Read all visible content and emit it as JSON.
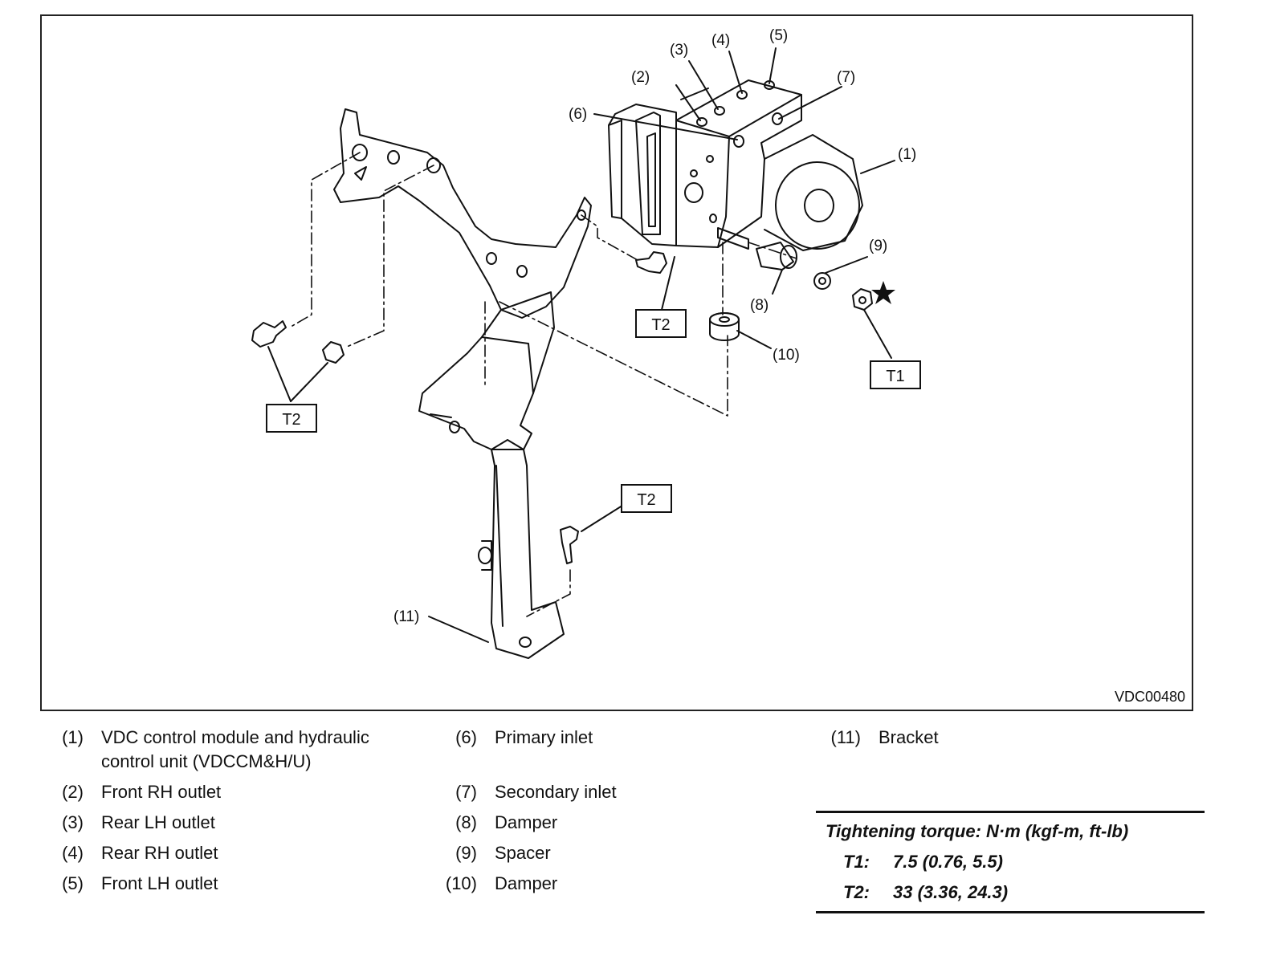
{
  "figure": {
    "code": "VDC00480",
    "callouts": [
      "(1)",
      "(2)",
      "(3)",
      "(4)",
      "(5)",
      "(6)",
      "(7)",
      "(8)",
      "(9)",
      "(10)",
      "(11)"
    ],
    "torque_boxes": [
      "T2",
      "T2",
      "T2",
      "T1"
    ]
  },
  "legend": [
    {
      "num": "(1)",
      "text": "VDC control module and hydraulic",
      "text2": "control unit (VDCCM&H/U)"
    },
    {
      "num": "(2)",
      "text": "Front RH outlet"
    },
    {
      "num": "(3)",
      "text": "Rear LH outlet"
    },
    {
      "num": "(4)",
      "text": "Rear RH outlet"
    },
    {
      "num": "(5)",
      "text": "Front LH outlet"
    },
    {
      "num": "(6)",
      "text": "Primary inlet"
    },
    {
      "num": "(7)",
      "text": "Secondary inlet"
    },
    {
      "num": "(8)",
      "text": "Damper"
    },
    {
      "num": "(9)",
      "text": "Spacer"
    },
    {
      "num": "(10)",
      "text": "Damper"
    },
    {
      "num": "(11)",
      "text": "Bracket"
    }
  ],
  "torque": {
    "heading": "Tightening torque: N·m (kgf-m, ft-lb)",
    "rows": [
      {
        "key": "T1:",
        "value": "7.5 (0.76, 5.5)"
      },
      {
        "key": "T2:",
        "value": "33 (3.36, 24.3)"
      }
    ]
  }
}
